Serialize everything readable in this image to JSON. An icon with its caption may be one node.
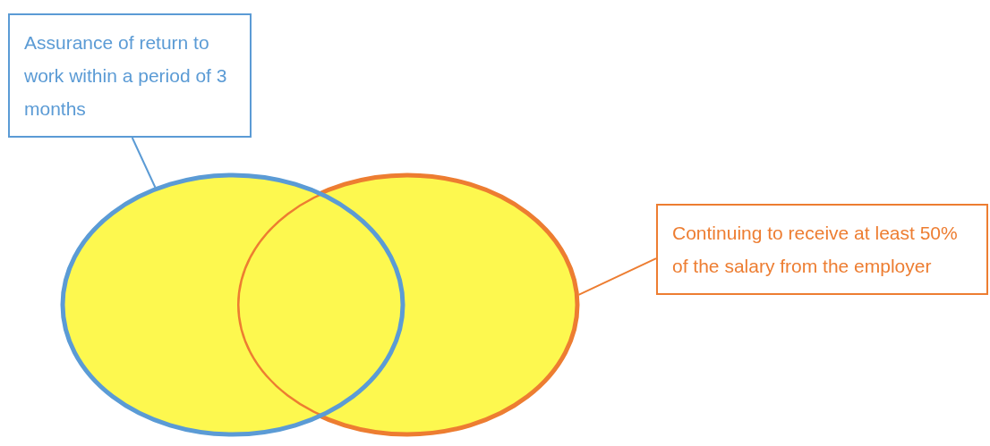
{
  "diagram": {
    "nodes": [
      {
        "text": [
          "Assurance of return to work within a period of 3 months"
        ]
      },
      {
        "text": [],
        "shape": "circle"
      },
      {
        "text": [],
        "shape": "circle"
      },
      {
        "text": [
          "Continuing to receive at least 50% of the salary from the employer"
        ]
      }
    ],
    "edges": [
      {
        "from": 0,
        "to": 1,
        "arrow": "none",
        "color": "#5b9bd5"
      },
      {
        "from": 3,
        "to": 2,
        "arrow": "none",
        "color": "#ed7d31"
      }
    ]
  }
}
